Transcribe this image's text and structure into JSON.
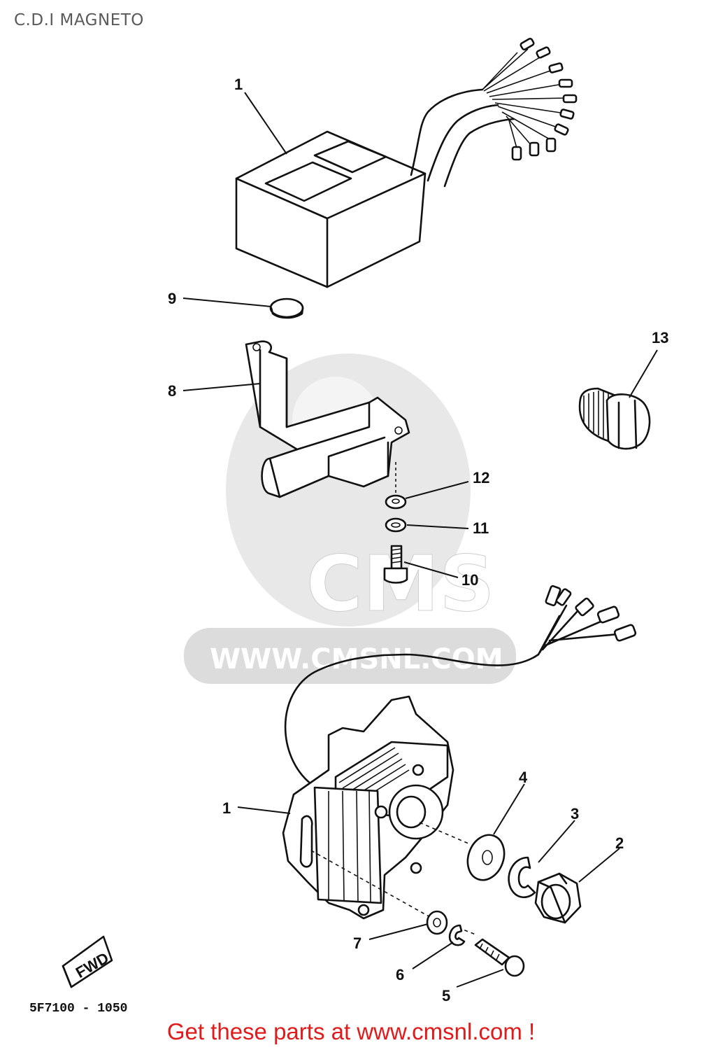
{
  "page": {
    "title": "C.D.I MAGNETO",
    "cta": "Get these parts at www.cmsnl.com !"
  },
  "watermark": {
    "brand": "CMS",
    "url": "WWW.CMSNL.COM"
  },
  "diagram": {
    "code": "5F7100 - 1050",
    "direction_marker": "FWD",
    "callouts": [
      "1",
      "9",
      "8",
      "13",
      "12",
      "11",
      "10",
      "1",
      "4",
      "3",
      "2",
      "7",
      "6",
      "5"
    ]
  }
}
